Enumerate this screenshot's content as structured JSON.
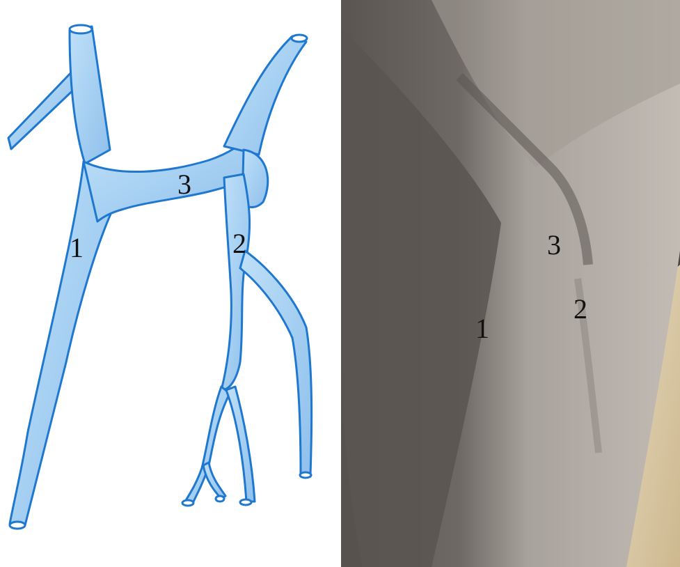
{
  "sketch_labels": {
    "one": "1",
    "two": "2",
    "three": "3"
  },
  "photo_labels": {
    "one": "1",
    "two": "2",
    "three": "3"
  },
  "colors": {
    "vein_fill": "#a9d0f2",
    "vein_stroke": "#1f78cf",
    "skin_light": "#b9b3ad",
    "skin_shadow": "#5d5854",
    "floor": "#d9c9a8"
  }
}
